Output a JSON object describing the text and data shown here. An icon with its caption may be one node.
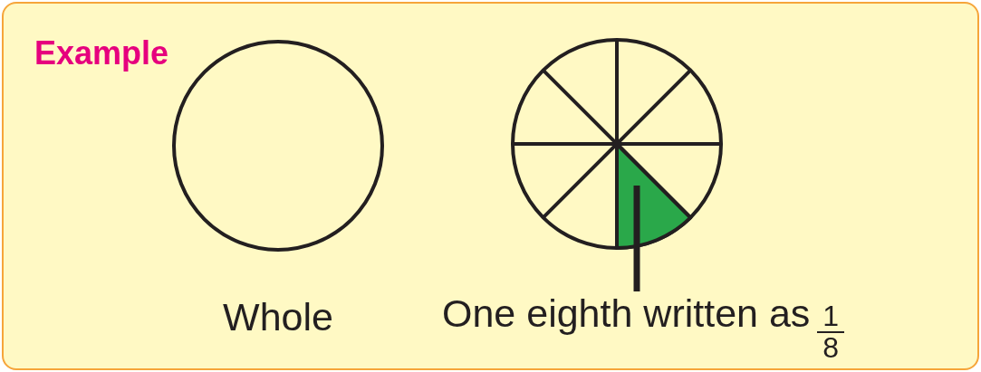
{
  "diagram": {
    "nodes": [
      {
        "text": [],
        "shape": "circle",
        "beside": [
          "Whole"
        ]
      },
      {
        "text": [],
        "shape": "circle"
      },
      {
        "text": [],
        "shape": "wedge",
        "in": 1
      },
      {
        "text": [
          "One eighth written as",
          "1",
          "8"
        ]
      }
    ],
    "edges": [
      {
        "from": 3,
        "to": 2,
        "arrow": "none"
      }
    ],
    "labels": [
      "Example"
    ]
  }
}
